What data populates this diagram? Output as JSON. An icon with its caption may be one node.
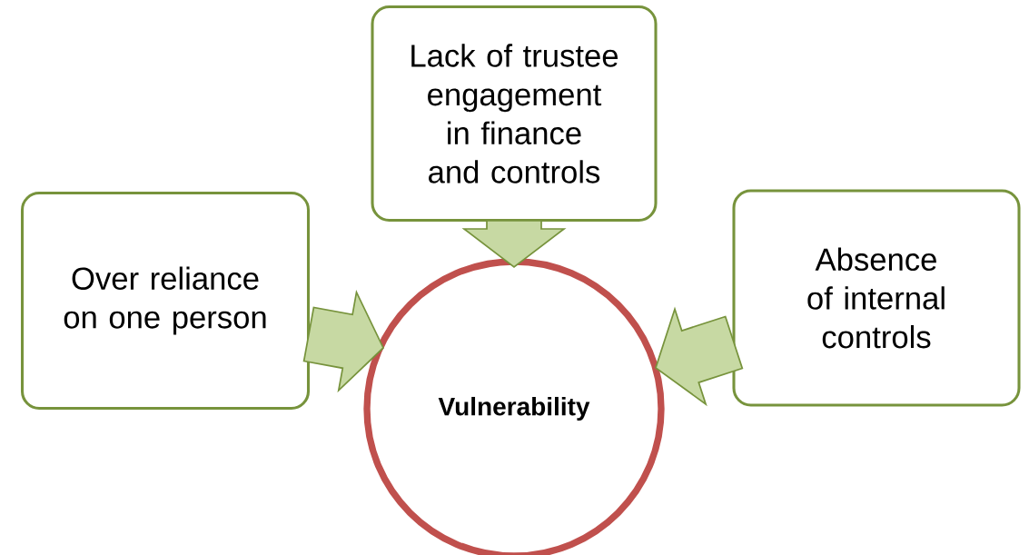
{
  "diagram": {
    "nodes": [
      {
        "text": [
          "Over reliance on one person"
        ]
      },
      {
        "text": [
          "Lack of trustee engagement in finance and controls"
        ]
      },
      {
        "text": [
          "Absence of internal controls"
        ]
      },
      {
        "text": [
          "Vulnerability"
        ]
      }
    ],
    "edges": [
      {
        "from": 0,
        "to": 3,
        "arrow": "to"
      },
      {
        "from": 1,
        "to": 3,
        "arrow": "to"
      },
      {
        "from": 2,
        "to": 3,
        "arrow": "to"
      }
    ]
  }
}
